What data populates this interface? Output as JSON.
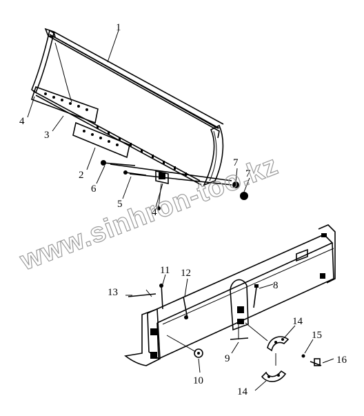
{
  "watermark": "www.sinhron-too.kz",
  "callouts": {
    "c1": "1",
    "c2": "2",
    "c3": "3",
    "c4": "4",
    "c4b": "4",
    "c5": "5",
    "c6": "6",
    "c7a": "7",
    "c7b": "7",
    "c8": "8",
    "c9": "9",
    "c10": "10",
    "c11": "11",
    "c12": "12",
    "c13": "13",
    "c14a": "14",
    "c14b": "14",
    "c15": "15",
    "c16": "16"
  },
  "colors": {
    "ink": "#000000",
    "watermark": "#9a9a9a",
    "background": "#ffffff"
  }
}
